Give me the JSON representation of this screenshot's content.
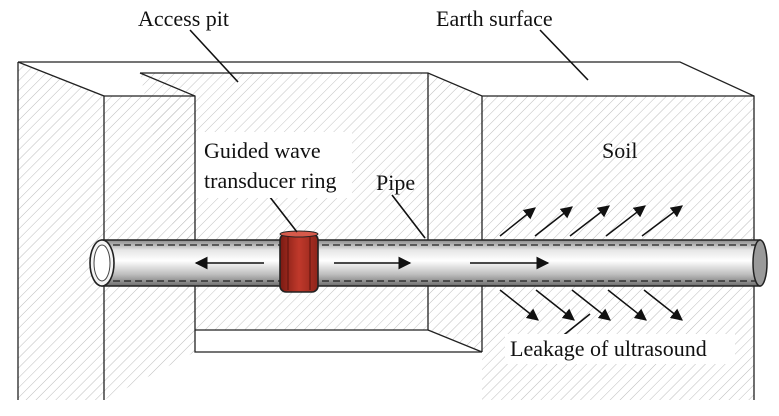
{
  "labels": {
    "access_pit": "Access pit",
    "earth_surface": "Earth surface",
    "guided_wave_line1": "Guided wave",
    "guided_wave_line2": "transducer ring",
    "pipe": "Pipe",
    "soil": "Soil",
    "leakage": "Leakage of ultrasound"
  },
  "colors": {
    "transducer": "#c0392b",
    "hatch": "#bdbdbd",
    "outline": "#222222"
  }
}
